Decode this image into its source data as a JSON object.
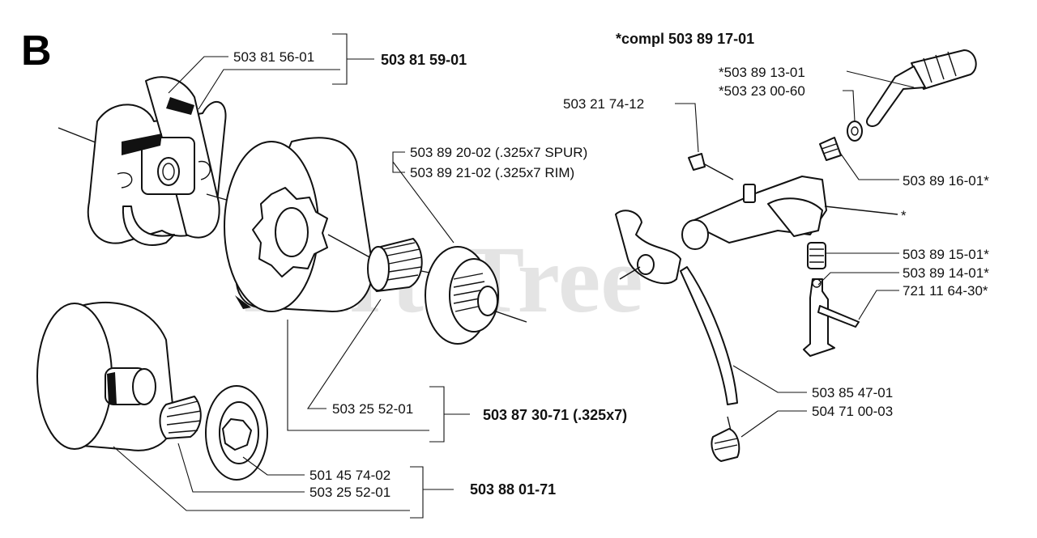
{
  "section": "B",
  "watermark": "PartsTree",
  "kit_label": "*compl 503 89 17-01",
  "labels": {
    "p1": "503 81 56-01",
    "p2": "503 81 59-01",
    "p3": "503 89 20-02 (.325x7 SPUR)",
    "p4": "503 89 21-02 (.325x7 RIM)",
    "p5": "503 25 52-01",
    "p6": "503 87 30-71 (.325x7)",
    "p7": "501 45 74-02",
    "p8": "503 25 52-01",
    "p9": "503 88 01-71",
    "p10": "*503 89 13-01",
    "p11": "*503 23 00-60",
    "p12": "503 21 74-12",
    "p13": "503 89 16-01*",
    "p14": "*",
    "p15": "503 89 15-01*",
    "p16": "503 89 14-01*",
    "p17": "721 11 64-30*",
    "p18": "503 85 47-01",
    "p19": "504 71 00-03"
  }
}
